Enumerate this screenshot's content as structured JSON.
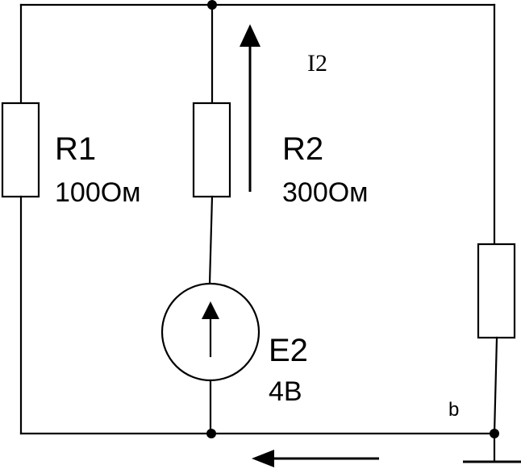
{
  "labels": {
    "r1_name": "R1",
    "r1_value": "100Ом",
    "r2_name": "R2",
    "r2_value": "300Ом",
    "e2_name": "E2",
    "e2_value": "4В",
    "i2": "I2",
    "node_b": "b"
  },
  "colors": {
    "stroke": "#000000",
    "background": "#ffffff"
  }
}
